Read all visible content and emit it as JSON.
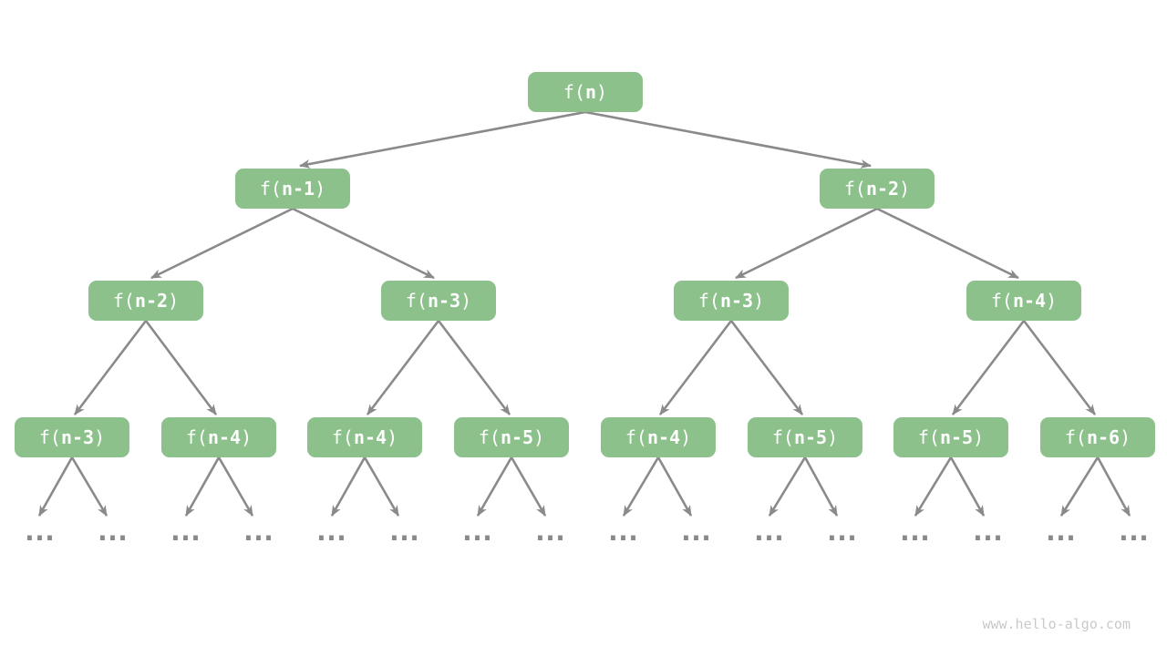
{
  "colors": {
    "node_fill": "#8DC18C",
    "node_text": "#FFFFFF",
    "edge": "#8A8A8A",
    "ellipsis": "#8A8A8A",
    "watermark": "#C9C9C9",
    "background": "#FFFFFF"
  },
  "tree": {
    "description": "recursion-tree",
    "ellipsis": "...",
    "levels": [
      {
        "nodes": [
          {
            "open": "f(",
            "arg": "n",
            "close": ")"
          }
        ]
      },
      {
        "nodes": [
          {
            "open": "f(",
            "arg": "n-1",
            "close": ")"
          },
          {
            "open": "f(",
            "arg": "n-2",
            "close": ")"
          }
        ]
      },
      {
        "nodes": [
          {
            "open": "f(",
            "arg": "n-2",
            "close": ")"
          },
          {
            "open": "f(",
            "arg": "n-3",
            "close": ")"
          },
          {
            "open": "f(",
            "arg": "n-3",
            "close": ")"
          },
          {
            "open": "f(",
            "arg": "n-4",
            "close": ")"
          }
        ]
      },
      {
        "nodes": [
          {
            "open": "f(",
            "arg": "n-3",
            "close": ")"
          },
          {
            "open": "f(",
            "arg": "n-4",
            "close": ")"
          },
          {
            "open": "f(",
            "arg": "n-4",
            "close": ")"
          },
          {
            "open": "f(",
            "arg": "n-5",
            "close": ")"
          },
          {
            "open": "f(",
            "arg": "n-4",
            "close": ")"
          },
          {
            "open": "f(",
            "arg": "n-5",
            "close": ")"
          },
          {
            "open": "f(",
            "arg": "n-5",
            "close": ")"
          },
          {
            "open": "f(",
            "arg": "n-6",
            "close": ")"
          }
        ]
      }
    ]
  },
  "watermark": {
    "text": "www.hello-algo.com"
  }
}
